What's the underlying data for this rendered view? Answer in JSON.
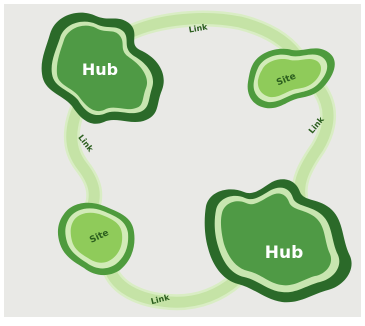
{
  "diagram": {
    "background_color": "#e9e9e6",
    "link_color": "#c5e3a6",
    "link_edge_color": "#d9edc4",
    "hub_colors": {
      "outer": "#2b6a29",
      "ring": "#c8e6b0",
      "inner": "#4f9a45"
    },
    "site_colors": {
      "outer": "#4e9b3d",
      "ring": "#d2ebb8",
      "inner": "#8fcb5a"
    },
    "nodes": [
      {
        "id": "hub-top-left",
        "kind": "hub",
        "label": "Hub"
      },
      {
        "id": "site-top-right",
        "kind": "site",
        "label": "Site"
      },
      {
        "id": "site-bottom-left",
        "kind": "site",
        "label": "Site"
      },
      {
        "id": "hub-bottom-right",
        "kind": "hub",
        "label": "Hub"
      }
    ],
    "links": [
      {
        "id": "link-top",
        "label": "Link"
      },
      {
        "id": "link-left",
        "label": "Link"
      },
      {
        "id": "link-right",
        "label": "Link"
      },
      {
        "id": "link-bottom",
        "label": "Link"
      }
    ]
  }
}
